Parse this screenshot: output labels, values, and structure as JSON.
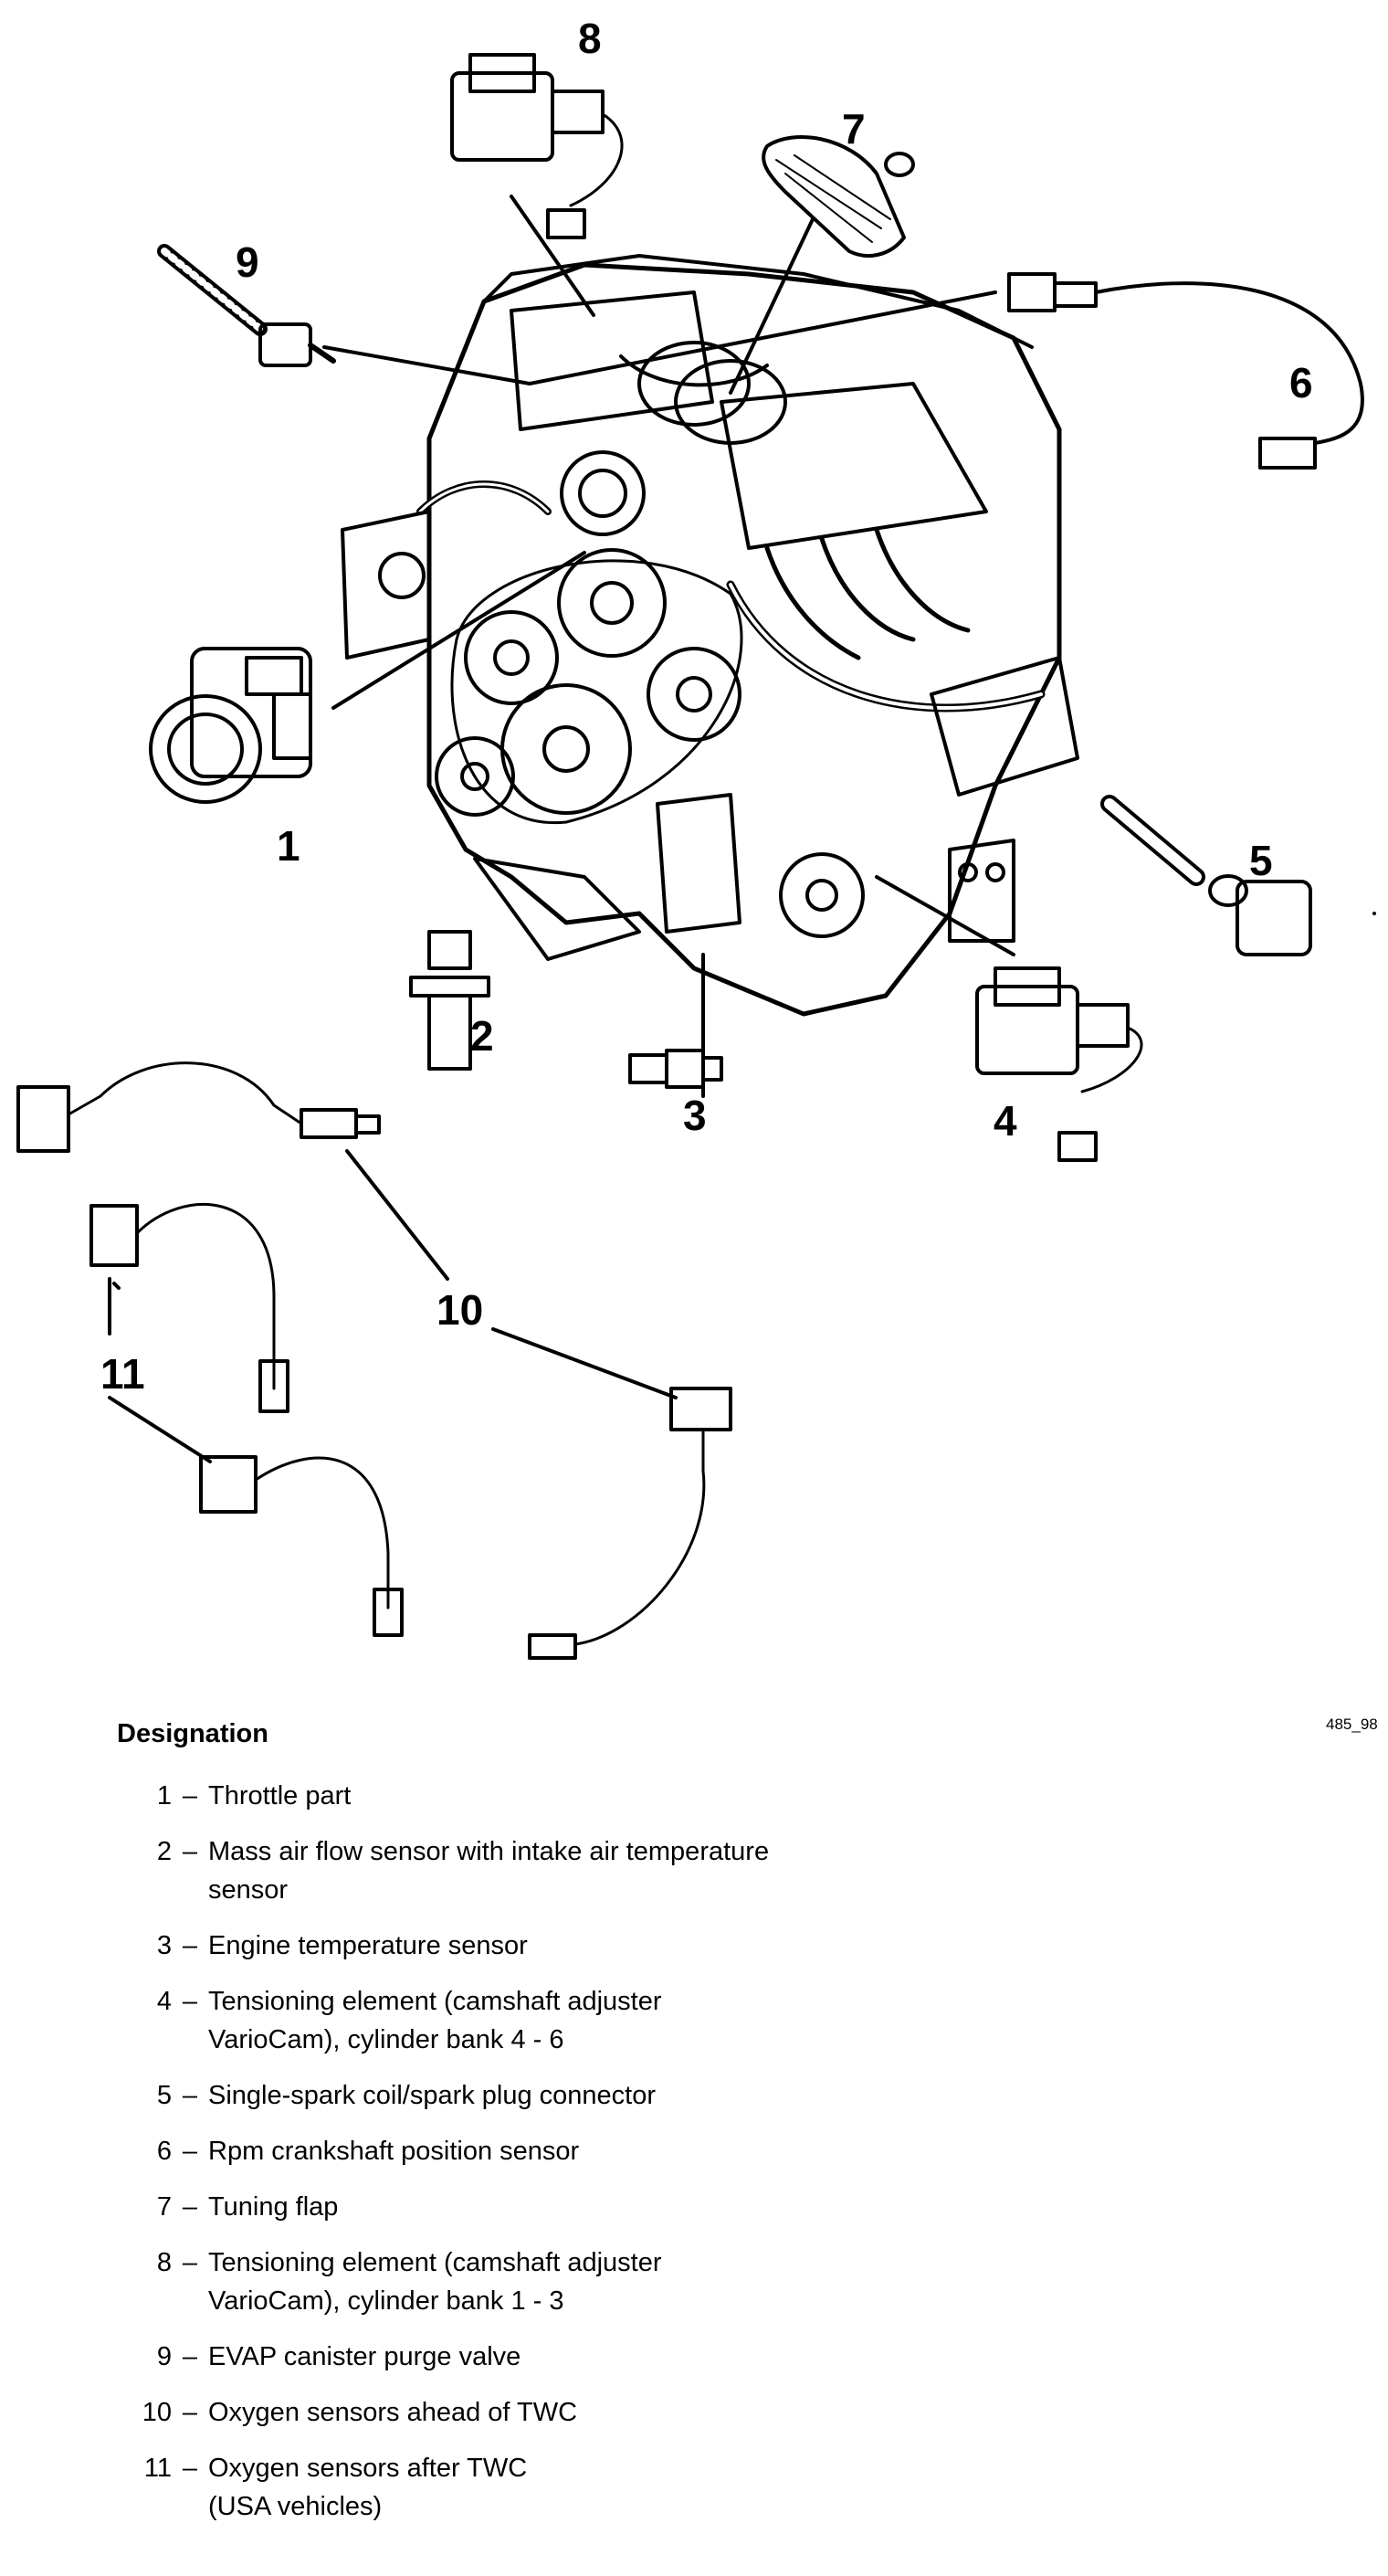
{
  "callouts": [
    "1",
    "2",
    "3",
    "4",
    "5",
    "6",
    "7",
    "8",
    "9",
    "10",
    "11"
  ],
  "figure_ref": "485_98",
  "legend": {
    "title": "Designation",
    "dash": "–",
    "items": [
      {
        "num": "1",
        "text": "Throttle part"
      },
      {
        "num": "2",
        "text": "Mass air flow sensor with intake air temperature\nsensor"
      },
      {
        "num": "3",
        "text": "Engine temperature sensor"
      },
      {
        "num": "4",
        "text": "Tensioning element (camshaft adjuster\nVarioCam), cylinder bank 4 - 6"
      },
      {
        "num": "5",
        "text": "Single-spark coil/spark plug connector"
      },
      {
        "num": "6",
        "text": "Rpm crankshaft position sensor"
      },
      {
        "num": "7",
        "text": "Tuning flap"
      },
      {
        "num": "8",
        "text": "Tensioning element (camshaft adjuster\nVarioCam),  cylinder bank 1 - 3"
      },
      {
        "num": "9",
        "text": "EVAP canister purge valve"
      },
      {
        "num": "10",
        "text": "Oxygen sensors ahead of TWC"
      },
      {
        "num": "11",
        "text": "Oxygen sensors after TWC\n(USA vehicles)"
      }
    ]
  }
}
